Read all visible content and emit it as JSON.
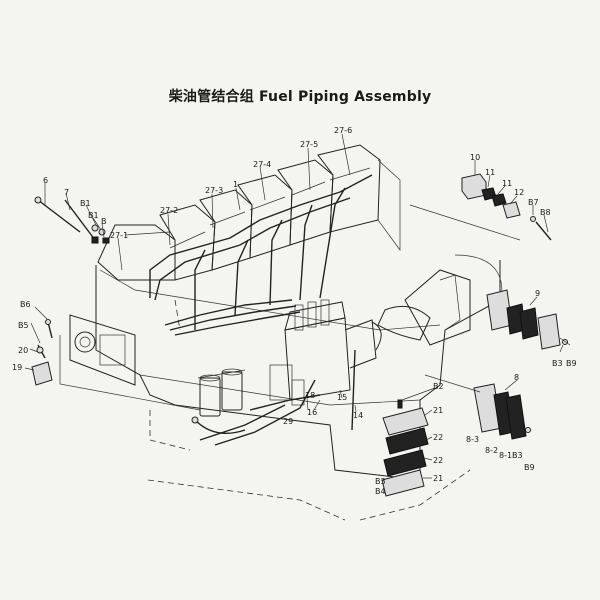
{
  "title": "柴油管结合组 Fuel Piping Assembly",
  "callouts": {
    "c6": "6",
    "c7": "7",
    "cB1a": "B1",
    "cB1b": "B1",
    "cB": "B",
    "c27_1": "27-1",
    "c27_2": "27-2",
    "c27_3": "27-3",
    "c27_4": "27-4",
    "c27_5": "27-5",
    "c27_6": "27-6",
    "c1": "1",
    "c10": "10",
    "c11a": "11",
    "c11b": "11",
    "c12": "12",
    "cB7": "B7",
    "cB8": "B8",
    "c9": "9",
    "cB3a": "B3",
    "cB9a": "B9",
    "cB6": "B6",
    "cB5": "B5",
    "c20": "20",
    "c19": "19",
    "c18": "18",
    "c15": "15",
    "c14": "14",
    "c16": "16",
    "c29": "29",
    "cB2": "B2",
    "c21a": "21",
    "c22a": "22",
    "c22b": "22",
    "c21b": "21",
    "cB3b": "B3",
    "cB4": "B4",
    "c8": "8",
    "c8_3": "8-3",
    "c8_2": "8-2",
    "c8_1": "8-1",
    "cB3c": "B3",
    "cB9b": "B9"
  }
}
